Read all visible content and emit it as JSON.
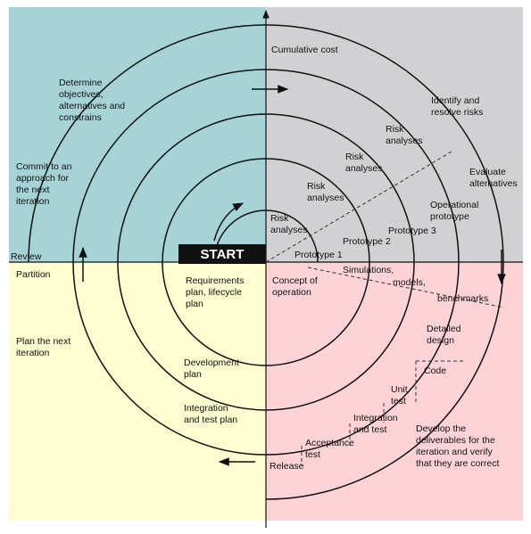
{
  "colors": {
    "q_top_left": "#a5d3d6",
    "q_top_right": "#d1d1d3",
    "q_bottom_left": "#fdfdd0",
    "q_bottom_right": "#fdd3d8",
    "stroke": "#111111",
    "start_box": "#111111",
    "start_text": "#ffffff"
  },
  "start": "START",
  "axis": {
    "cumulative_cost": "Cumulative cost",
    "review": "Review"
  },
  "q1": {
    "determine": [
      "Determine",
      "objectives,",
      "alternatives and",
      "constrains"
    ],
    "commit": [
      "Commit to an",
      "approach for",
      "the next",
      "iteration"
    ]
  },
  "q2": {
    "identify": [
      "Identify and",
      "resolve risks"
    ],
    "evaluate": [
      "Evaluate",
      "alternatives"
    ],
    "risk3": [
      "Risk",
      "analyses"
    ],
    "risk2": [
      "Risk",
      "analyses"
    ],
    "risk1": [
      "Risk",
      "analyses"
    ],
    "risk0": [
      "Risk",
      "analyses"
    ],
    "prototype1": "Prototype 1",
    "prototype2": "Prototype 2",
    "prototype3": "Prototype 3",
    "operational": [
      "Operational",
      "prototype"
    ]
  },
  "q3": {
    "partition": "Partition",
    "plan_next": [
      "Plan the next",
      "iteration"
    ],
    "requirements": [
      "Requirements",
      "plan, lifecycle",
      "plan"
    ],
    "development": [
      "Development",
      "plan"
    ],
    "integration_plan": [
      "Integration",
      "and test plan"
    ]
  },
  "q4": {
    "concept": [
      "Concept of",
      "operation"
    ],
    "simulations": "Simulations,",
    "models": "models,",
    "benchmarks": "benchmarks",
    "detailed": [
      "Detailed",
      "design"
    ],
    "code": "Code",
    "unit": [
      "Unit",
      "test"
    ],
    "integration_test": [
      "Integration",
      "and test"
    ],
    "acceptance": [
      "Acceptance",
      "test"
    ],
    "release": "Release",
    "develop": [
      "Develop the",
      "deliverables for the",
      "iteration and verify",
      "that they are correct"
    ]
  }
}
